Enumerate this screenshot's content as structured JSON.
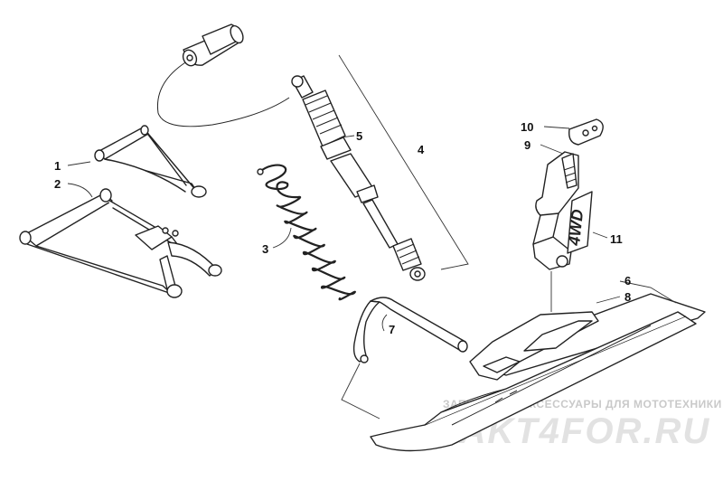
{
  "callouts": [
    {
      "id": "c1",
      "label": "1"
    },
    {
      "id": "c2",
      "label": "2"
    },
    {
      "id": "c3",
      "label": "3"
    },
    {
      "id": "c4",
      "label": "4"
    },
    {
      "id": "c5",
      "label": "5"
    },
    {
      "id": "c6",
      "label": "6"
    },
    {
      "id": "c7",
      "label": "7"
    },
    {
      "id": "c8",
      "label": "8"
    },
    {
      "id": "c9",
      "label": "9"
    },
    {
      "id": "c10",
      "label": "10"
    },
    {
      "id": "c11",
      "label": "11"
    }
  ],
  "decal_text": "4WD",
  "watermark": {
    "tagline": "ЗАПЧАСТИ И АКСЕССУАРЫ ДЛЯ МОТОТЕХНИКИ",
    "brand": "TAKT4FOR.RU"
  }
}
